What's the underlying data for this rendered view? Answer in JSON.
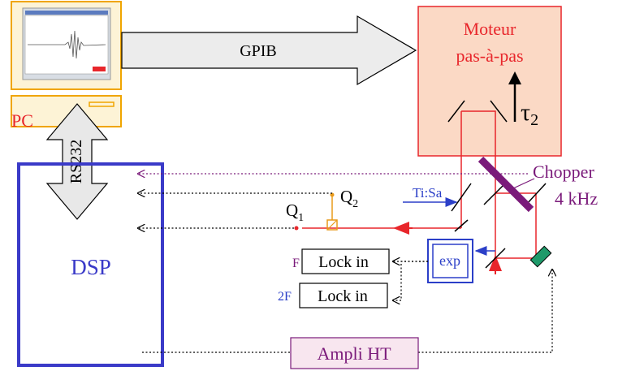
{
  "labels": {
    "gpib": "GPIB",
    "moteur_line1": "Moteur",
    "moteur_line2": "pas-à-pas",
    "tau": "τ",
    "tau_sub": "2",
    "pc": "PC",
    "rs232": "RS232",
    "dsp": "DSP",
    "tisa": "Ti:Sa",
    "chopper_line1": "Chopper",
    "chopper_line2": "4 kHz",
    "q1": "Q",
    "q1_sub": "1",
    "q2": "Q",
    "q2_sub": "2",
    "f": "F",
    "f2": "2F",
    "lockin1": "Lock in",
    "lockin2": "Lock in",
    "exp": "exp",
    "ampli": "Ampli HT"
  },
  "colors": {
    "laser": "#e8262b",
    "beam_blue": "#2b3fc8",
    "dsp_blue": "#3a3ac8",
    "purple": "#7a1a7a",
    "moteur_fill": "#fbd9c5",
    "moteur_stroke": "#e8262b",
    "pc_fill": "#fdf3d6",
    "pc_stroke": "#f0a500",
    "q_orange": "#e89a1a",
    "ampli_fill": "#f8e6ef",
    "chopper_green": "#1f9a6a"
  },
  "icons": {
    "monitor_screen": "waveform-screen-icon",
    "chopper": "chopper-blade-icon"
  }
}
